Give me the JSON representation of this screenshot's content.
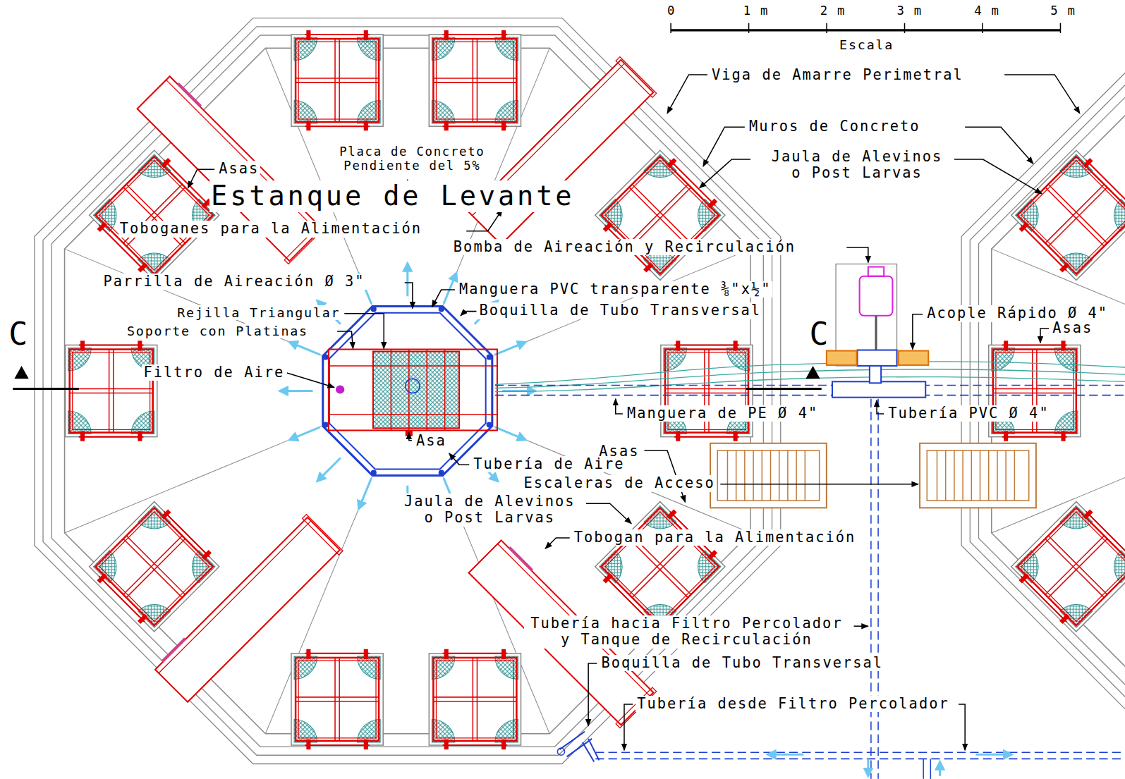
{
  "diagram": {
    "labels": [
      "0",
      "1 m",
      "2 m",
      "3 m",
      "4 m",
      "5 m",
      "Escala",
      "Viga de Amarre Perimetral",
      "Muros de Concreto",
      "Jaula de Alevinos o Post Larvas",
      "Placa de Concreto Pendiente del 5%",
      "Asas",
      "Estanque de Levante",
      "Toboganes para la Alimentación",
      "Bomba de Aireación y Recirculación",
      "Parrilla de Aireación Ø 3\"",
      "Manguera PVC transparente ⅜\"x½\"",
      "Rejilla Triangular",
      "Boquilla de Tubo Transversal",
      "Soporte con Platinas",
      "Acople Rápido Ø 4\"",
      "Asas",
      "C",
      "C",
      "Filtro de Aire",
      "Manguera de PE Ø 4\"",
      "Tubería PVC Ø 4\"",
      "Asa",
      "Asas",
      "Tubería de Aire",
      "Escaleras de Acceso",
      "Jaula de Alevinos o Post Larvas",
      "Tobogan para la Alimentación",
      "Tubería hacia Filtro Percolador y Tanque de Recirculación",
      "Boquilla de Tubo Transversal",
      "Tubería desde Filtro Percolador"
    ]
  }
}
